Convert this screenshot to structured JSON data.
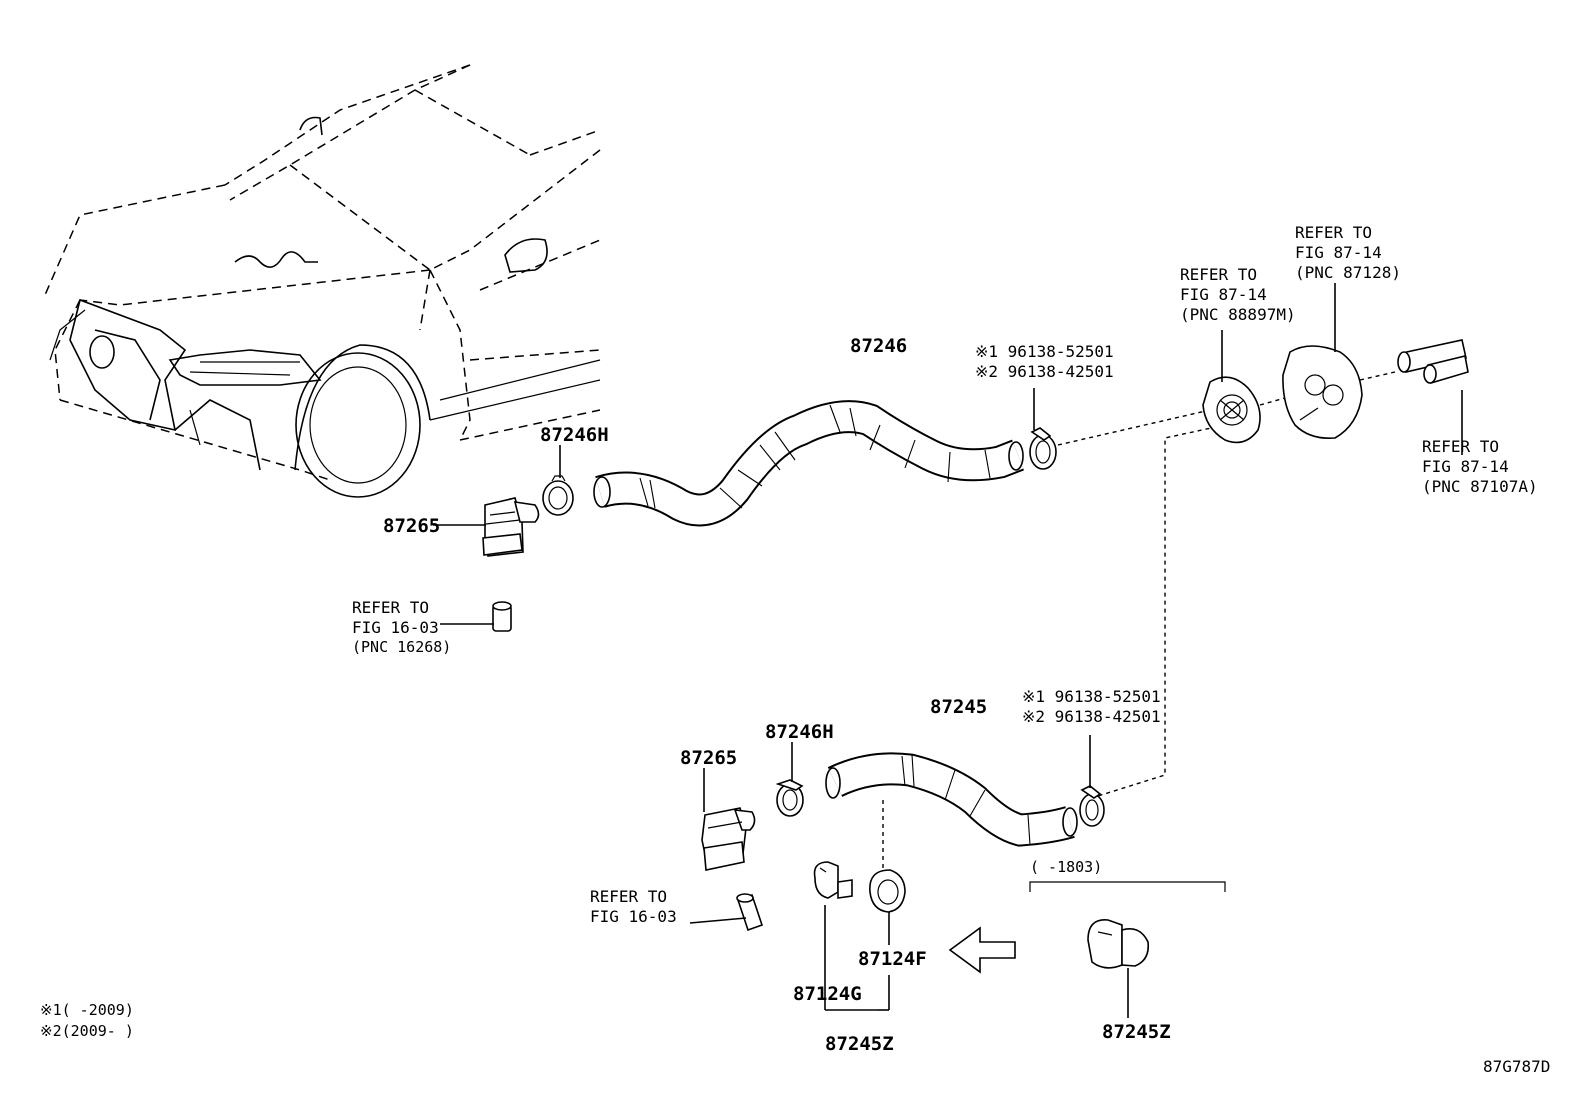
{
  "diagram_code": "87G787D",
  "part_numbers": {
    "hose_upper": "87246",
    "hose_lower": "87245",
    "clamp_upper": "87246H",
    "clamp_lower": "87246H",
    "valve_upper": "87265",
    "valve_lower": "87265",
    "clamp_f": "87124F",
    "clamp_g": "87124G",
    "clamp_set": "87245Z",
    "clamp_set_alt": "87245Z"
  },
  "upper_clamp_note": {
    "line1": "※1 96138-52501",
    "line2": "※2 96138-42501"
  },
  "lower_clamp_note": {
    "line1": "※1 96138-52501",
    "line2": "※2 96138-42501"
  },
  "refs": {
    "ref_87128": [
      "REFER TO",
      "FIG 87-14",
      "(PNC 87128)"
    ],
    "ref_88897m": [
      "REFER TO",
      "FIG 87-14",
      "(PNC 88897M)"
    ],
    "ref_87107a": [
      "REFER TO",
      "FIG 87-14",
      "(PNC 87107A)"
    ],
    "ref_16268": [
      "REFER TO",
      "FIG 16-03",
      "(PNC 16268)"
    ],
    "ref_1603_lower": [
      "REFER TO",
      "FIG 16-03"
    ]
  },
  "date_range_bracket": "(      -1803)",
  "footnotes": {
    "note1": "※1(     -2009)",
    "note2": "※2(2009-     )"
  }
}
